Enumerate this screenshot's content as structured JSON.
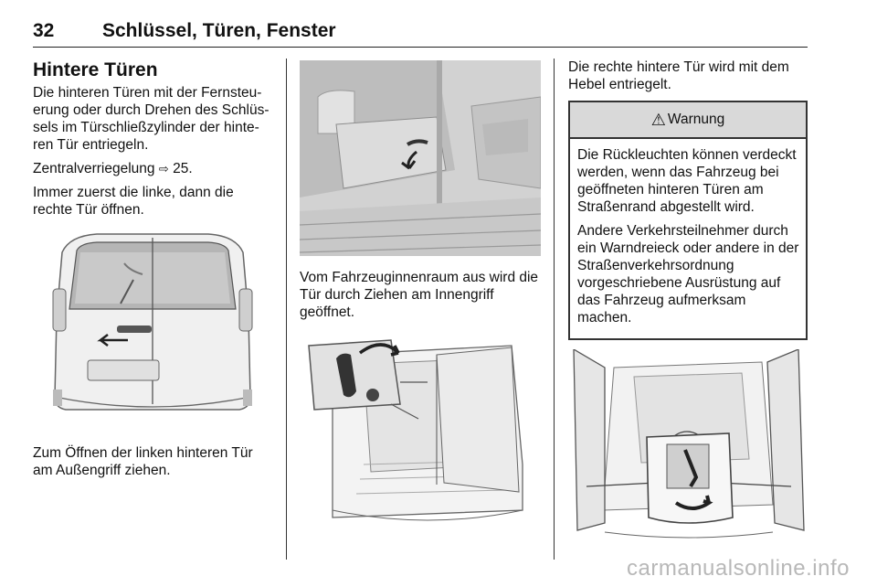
{
  "header": {
    "page_number": "32",
    "chapter_title": "Schlüssel, Türen, Fenster"
  },
  "col1": {
    "heading": "Hintere Türen",
    "para1": "Die hinteren Türen mit der Fernsteu­erung oder durch Drehen des Schlüs­sels im Türschließzylinder der hinte­ren Tür entriegeln.",
    "para2_text": "Zentralverriegelung",
    "para2_ref": "25.",
    "para3": "Immer zuerst die linke, dann die rechte Tür öffnen.",
    "caption": "Zum Öffnen der linken hinteren Tür am Außengriff ziehen."
  },
  "col2": {
    "caption": "Vom Fahrzeuginnenraum aus wird die Tür durch Ziehen am Innengriff geöffnet."
  },
  "col3": {
    "intro": "Die rechte hintere Tür wird mit dem Hebel entriegelt.",
    "warning": {
      "title": "Warnung",
      "para1": "Die Rückleuchten können verdeckt werden, wenn das Fahr­zeug bei geöffneten hinteren Türen am Straßenrand abgestellt wird.",
      "para2": "Andere Verkehrsteilnehmer durch ein Warndreieck oder andere in der Straßenverkehrsordnung vorgeschriebene Ausrüstung auf das Fahrzeug aufmerksam machen."
    }
  },
  "watermark": "carmanualsonline.info"
}
